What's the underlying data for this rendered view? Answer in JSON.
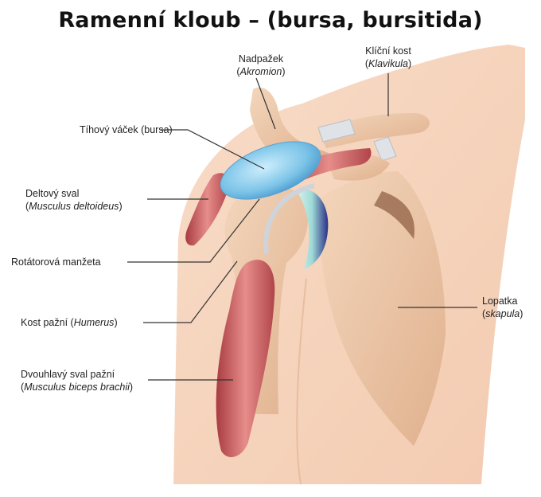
{
  "title": "Ramenní kloub – (bursa, bursitida)",
  "labels": {
    "acromion": {
      "name": "Nadpažek",
      "latin": "Akromion"
    },
    "clavicle": {
      "name": "Klíční kost",
      "latin": "Klavikula"
    },
    "bursa": {
      "name": "Tíhový váček (bursa)"
    },
    "deltoid": {
      "name": "Deltový sval",
      "latin": "Musculus deltoideus"
    },
    "rotator": {
      "name": "Rotátorová manžeta"
    },
    "humerus": {
      "name": "Kost pažní",
      "latin": "Humerus"
    },
    "scapula": {
      "name": "Lopatka",
      "latin": "skapula"
    },
    "biceps": {
      "name": "Dvouhlavý sval pažní",
      "latin": "Musculus biceps brachii"
    }
  },
  "colors": {
    "skin": "#f6d3bd",
    "bone": "#ecc6a6",
    "muscle": "#c9575a",
    "bursa": "#7ac2e6",
    "cartilage": "#2a2f86",
    "leader": "#333333"
  }
}
